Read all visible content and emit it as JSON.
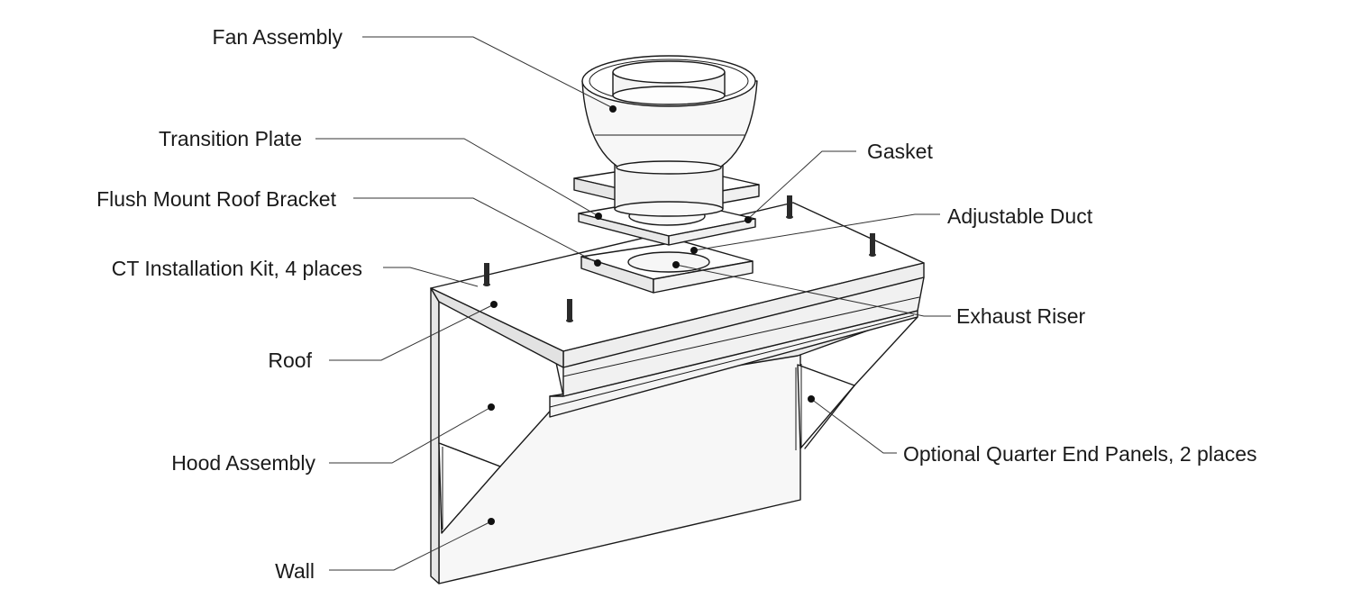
{
  "callouts": [
    {
      "id": "fan-assembly",
      "label": "Fan Assembly"
    },
    {
      "id": "transition-plate",
      "label": "Transition Plate"
    },
    {
      "id": "flush-mount-roof-bracket",
      "label": "Flush Mount Roof Bracket"
    },
    {
      "id": "ct-installation-kit",
      "label": "CT Installation Kit, 4 places"
    },
    {
      "id": "roof",
      "label": "Roof"
    },
    {
      "id": "hood-assembly",
      "label": "Hood Assembly"
    },
    {
      "id": "wall",
      "label": "Wall"
    },
    {
      "id": "gasket",
      "label": "Gasket"
    },
    {
      "id": "adjustable-duct",
      "label": "Adjustable Duct"
    },
    {
      "id": "exhaust-riser",
      "label": "Exhaust Riser"
    },
    {
      "id": "optional-quarter-end-panels",
      "label": "Optional Quarter End Panels, 2 places"
    }
  ]
}
